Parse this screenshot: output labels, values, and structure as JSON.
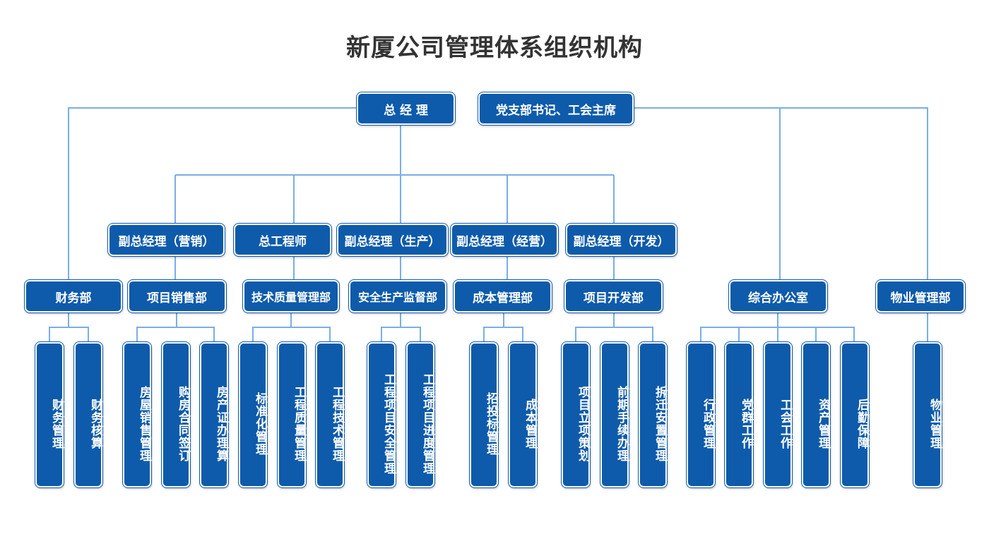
{
  "title": "新厦公司管理体系组织机构",
  "top": {
    "gm": "总 经 理",
    "party": "党支部书记、工会主席"
  },
  "level2": [
    "副总经理（营销）",
    "总工程师",
    "副总经理（生产）",
    "副总经理（经营）",
    "副总经理（开发）"
  ],
  "departments": [
    "财务部",
    "项目销售部",
    "技术质量管理部",
    "安全生产监督部",
    "成本管理部",
    "项目开发部",
    "综合办公室",
    "物业管理部"
  ],
  "functions": [
    "财务管理",
    "财务核算",
    "房屋销售管理",
    "购房合同签订",
    "房产证办理算",
    "标准化管理",
    "工程质量管理",
    "工程技术管理",
    "工程项目安全管理",
    "工程项目进度管理",
    "招投标管理",
    "成本管理",
    "项目立项策划",
    "前期手续办理",
    "拆迁安置管理",
    "行政管理",
    "党群工作",
    "工会工作",
    "资产管理",
    "后勤保障",
    "物业管理"
  ],
  "colors": {
    "box": "#0e5bab",
    "line": "#7aaee6",
    "title": "#333333"
  }
}
